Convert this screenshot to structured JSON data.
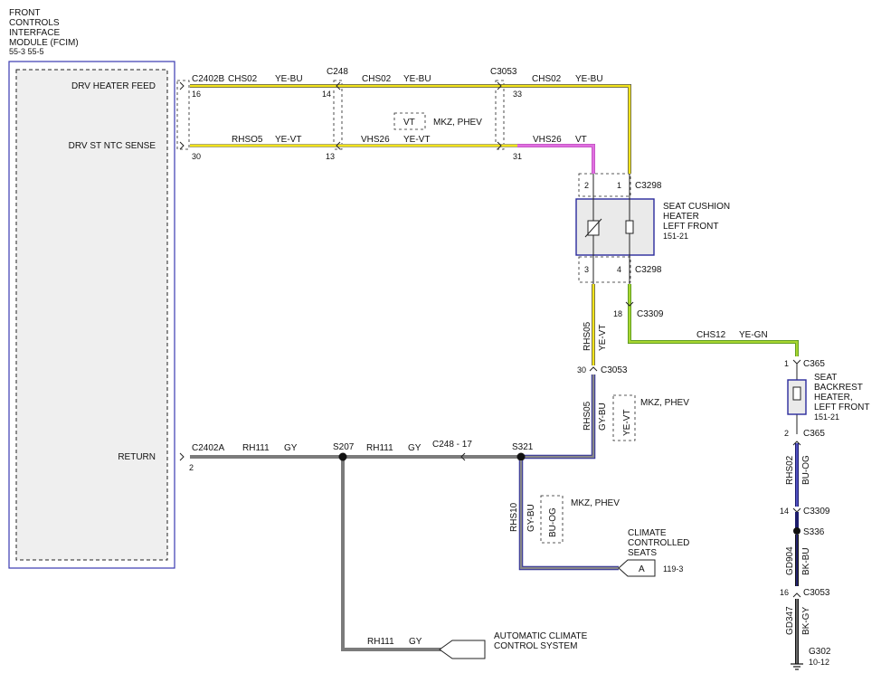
{
  "module": {
    "lines": [
      "FRONT",
      "CONTROLS",
      "INTERFACE",
      "MODULE (FCIM)",
      "55-3    55-5"
    ]
  },
  "pins": {
    "feed": "DRV HEATER FEED",
    "ntc": "DRV ST NTC SENSE",
    "ret": "RETURN"
  },
  "connectors": {
    "c2402b": "C2402B",
    "c2402a": "C2402A",
    "c248": "C248",
    "c3053_top": "C3053",
    "c3298_top": "C3298",
    "c3298_bot": "C3298",
    "c3309_a": "C3309",
    "c3053_mid": "C3053",
    "c365_top": "C365",
    "c365_bot": "C365",
    "c3309_b": "C3309",
    "c3053_bot": "C3053",
    "c248_17": "C248 - 17"
  },
  "pin_numbers": {
    "p16": "16",
    "p14": "14",
    "p33": "33",
    "p30": "30",
    "p13": "13",
    "p31": "31",
    "p2a": "2",
    "p1a": "1",
    "p3": "3",
    "p4": "4",
    "p18": "18",
    "p30b": "30",
    "p1b": "1",
    "p2b": "2",
    "p14b": "14",
    "p16b": "16",
    "p2ret": "2"
  },
  "wires": {
    "chs02a": "CHS02",
    "yebu_a": "YE-BU",
    "chs02b": "CHS02",
    "yebu_b": "YE-BU",
    "chs02c": "CHS02",
    "yebu_c": "YE-BU",
    "rhso5": "RHSO5",
    "yevt_a": "YE-VT",
    "vhs26a": "VHS26",
    "yevt_b": "YE-VT",
    "vhs26b": "VHS26",
    "vt": "VT",
    "rhs05_v": "RHS05",
    "yevt_v": "YE-VT",
    "chs12": "CHS12",
    "yegn": "YE-GN",
    "rhs05_v2": "RHS05",
    "gybu_v": "GY-BU",
    "rh111_a": "RH111",
    "gy_a": "GY",
    "rh111_b": "RH111",
    "gy_b": "GY",
    "rh111_c": "RH111",
    "gy_c": "GY",
    "rhs10": "RHS10",
    "gybu_w": "GY-BU",
    "rhs02": "RHS02",
    "buog": "BU-OG",
    "gd904": "GD904",
    "bkbu": "BK-BU",
    "gd347": "GD347",
    "bkgy": "BK-GY"
  },
  "splices": {
    "s207": "S207",
    "s321": "S321",
    "s336": "S336"
  },
  "options": {
    "vt_box": "VT",
    "mkz1": "MKZ, PHEV",
    "yevt_box": "YE-VT",
    "mkz2": "MKZ, PHEV",
    "buog_box": "BU-OG",
    "mkz3": "MKZ, PHEV"
  },
  "components": {
    "cushion": [
      "SEAT CUSHION",
      "HEATER",
      "LEFT FRONT",
      "151-21"
    ],
    "backrest": [
      "SEAT",
      "BACKREST",
      "HEATER,",
      "LEFT FRONT",
      "151-21"
    ],
    "climate": [
      "CLIMATE",
      "CONTROLLED",
      "SEATS"
    ],
    "climate_conn": "A",
    "climate_ref": "119-3",
    "acc": [
      "AUTOMATIC CLIMATE",
      "CONTROL SYSTEM"
    ],
    "ground": "G302",
    "ground_ref": "10-12"
  },
  "colors": {
    "yellow": "#f2e31b",
    "violet": "#e070e0",
    "green": "#a8d630",
    "gray": "#7b7b7b",
    "blue": "#2a2a9c",
    "module_border": "#3a3ab0"
  }
}
